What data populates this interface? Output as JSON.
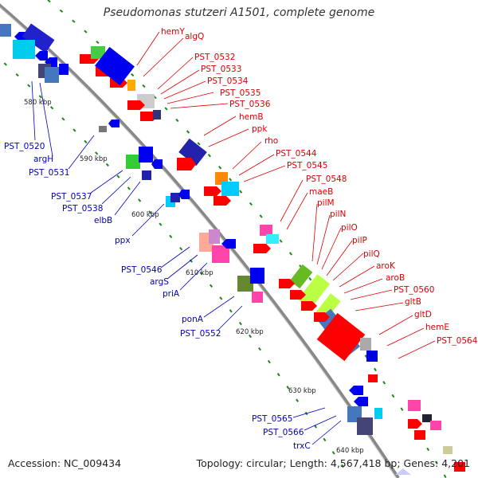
{
  "title": "Pseudomonas stutzeri A1501, complete genome",
  "footer": {
    "accession": "Accession: NC_009434",
    "topology": "Topology: circular; Length: 4,567,418 bp; Genes: 4,201"
  },
  "colors": {
    "backbone": "#888888",
    "label_right": "#dd0000",
    "label_left": "#0000bb",
    "tick": "#1a8a1a"
  },
  "kbp_ticks": [
    "580 kbp",
    "590 kbp",
    "600 kbp",
    "610 kbp",
    "620 kbp",
    "630 kbp",
    "640 kbp"
  ],
  "labels_right": [
    "hemY",
    "algQ",
    "PST_0532",
    "PST_0533",
    "PST_0534",
    "PST_0535",
    "PST_0536",
    "hemB",
    "ppk",
    "rho",
    "PST_0544",
    "PST_0545",
    "PST_0548",
    "maeB",
    "pilM",
    "pilN",
    "pilO",
    "pilP",
    "pilQ",
    "aroK",
    "aroB",
    "PST_0560",
    "gltB",
    "gltD",
    "hemE",
    "PST_0564"
  ],
  "labels_left": [
    "PST_0520",
    "argH",
    "PST_0531",
    "PST_0537",
    "PST_0538",
    "elbB",
    "ppx",
    "PST_0546",
    "argS",
    "priA",
    "ponA",
    "PST_0552",
    "PST_0565",
    "PST_0566",
    "trxC"
  ]
}
